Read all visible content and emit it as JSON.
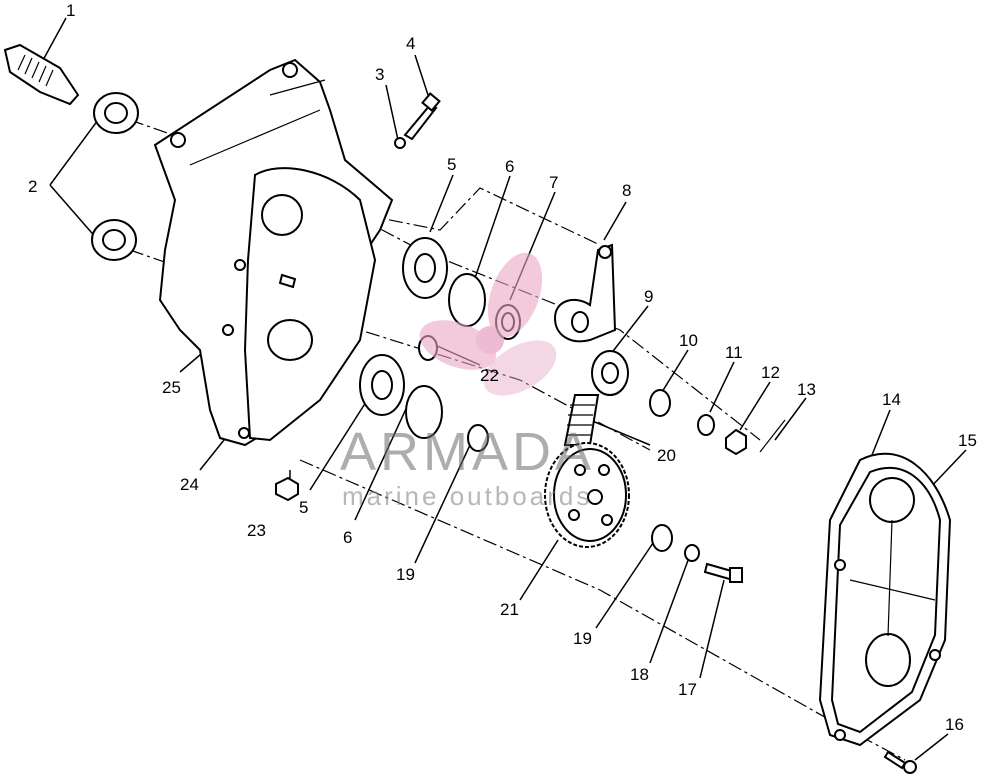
{
  "callouts": [
    "1",
    "2",
    "3",
    "4",
    "5",
    "6",
    "7",
    "8",
    "9",
    "10",
    "11",
    "12",
    "13",
    "14",
    "15",
    "16",
    "17",
    "18",
    "19",
    "20",
    "21",
    "22",
    "23",
    "24",
    "25",
    "5",
    "6",
    "19"
  ],
  "watermark": {
    "title": "ARMADA",
    "subtitle": "marine outboards",
    "logo_color": "#e8a6c4"
  }
}
